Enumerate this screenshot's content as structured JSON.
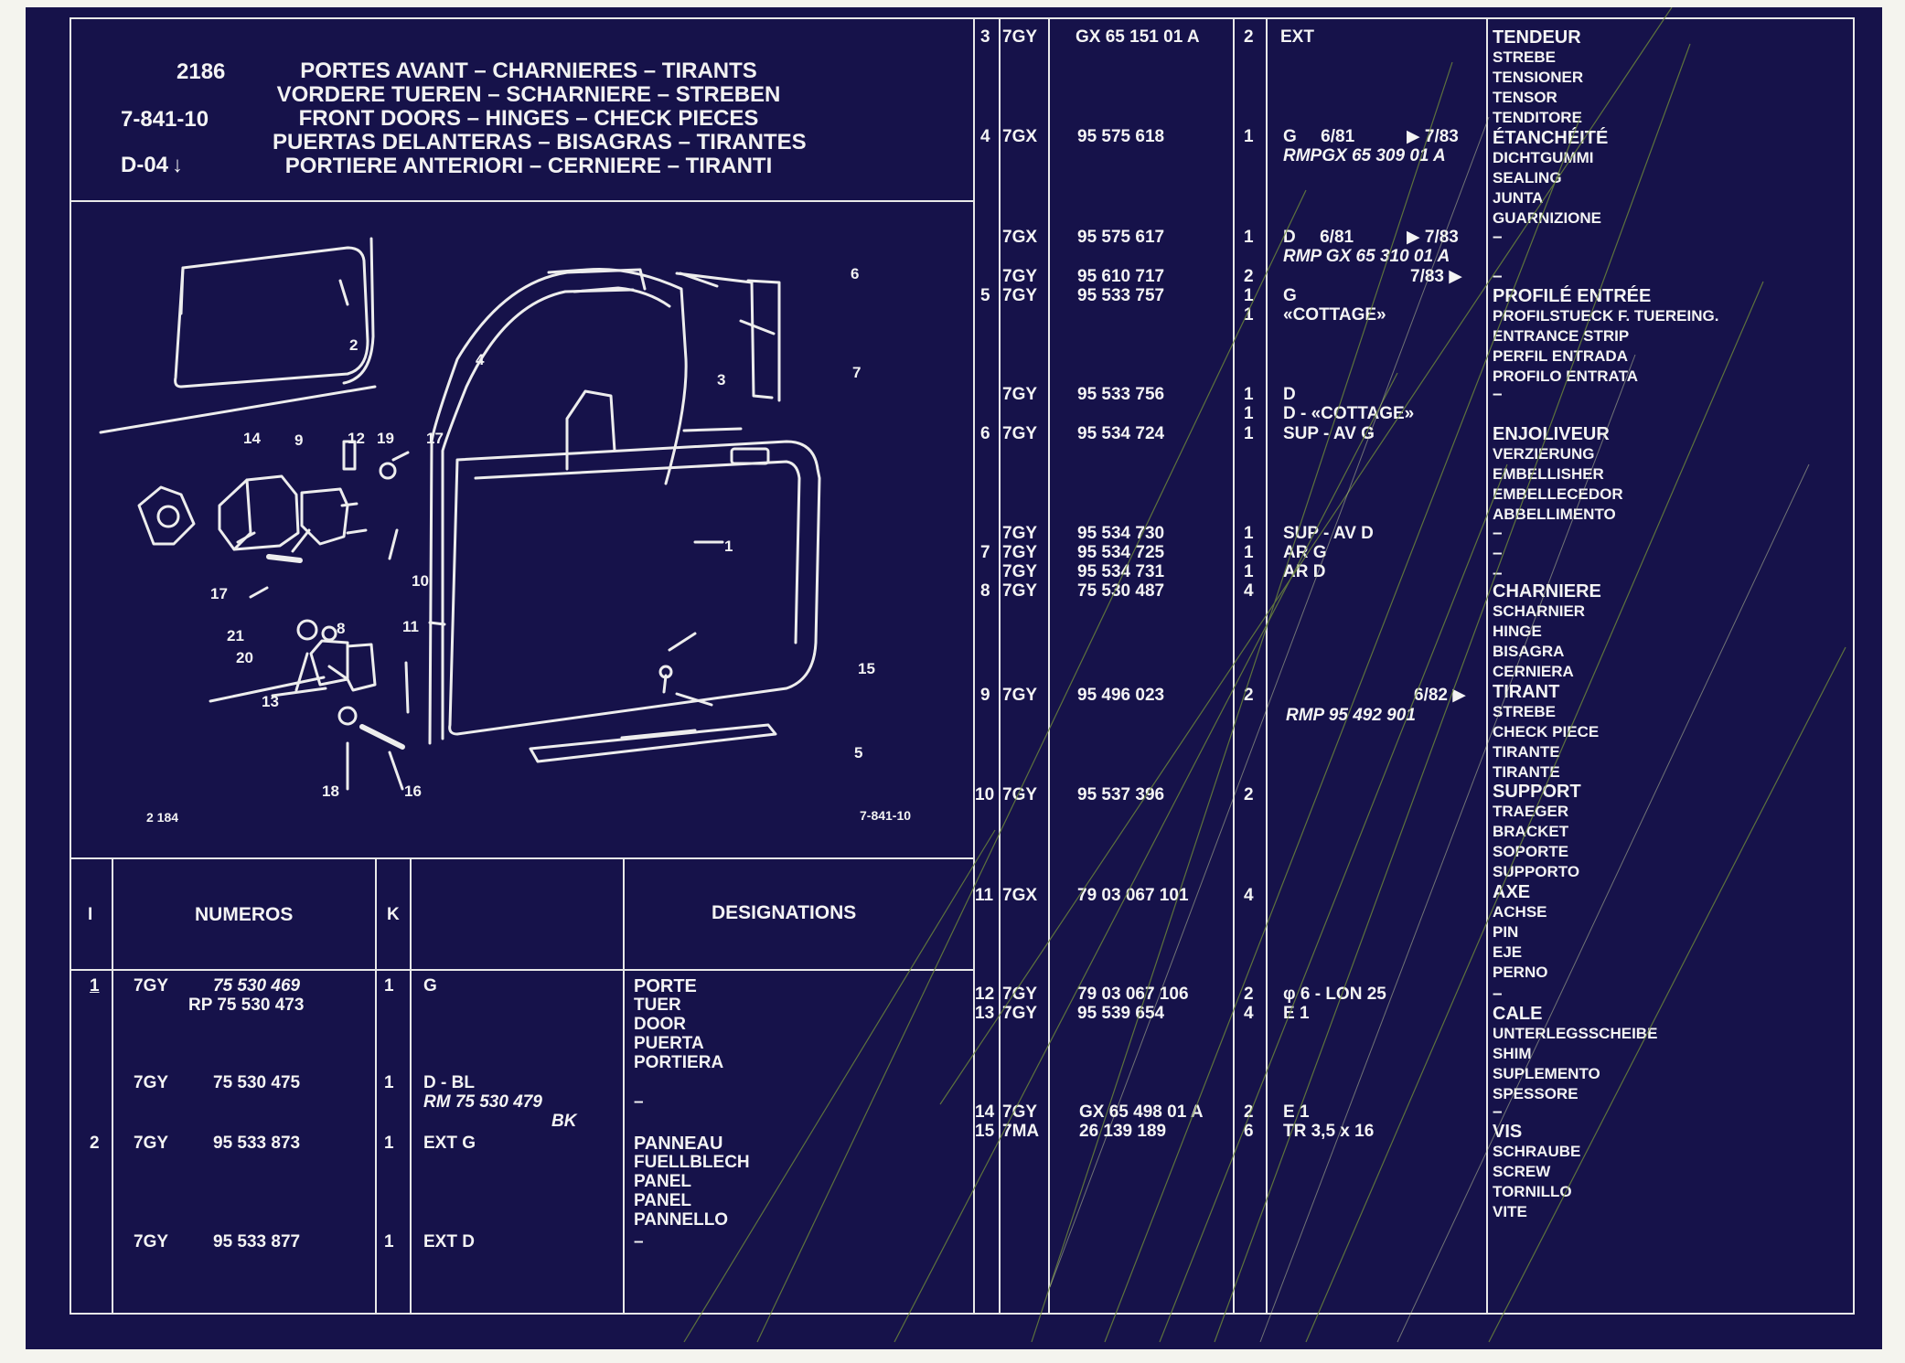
{
  "header": {
    "page_no": "2186",
    "ref": "7-841-10",
    "sub": "D-04",
    "sub_arrow": "↓",
    "titles": [
      "PORTES AVANT – CHARNIERES – TIRANTS",
      "VORDERE TUEREN – SCHARNIERE – STREBEN",
      "FRONT DOORS – HINGES – CHECK PIECES",
      "PUERTAS DELANTERAS – BISAGRAS – TIRANTES",
      "PORTIERE ANTERIORI – CERNIERE – TIRANTI"
    ]
  },
  "diagram": {
    "code_left": "2 184",
    "code_right": "7-841-10",
    "callouts": [
      "1",
      "2",
      "3",
      "4",
      "5",
      "6",
      "7",
      "8",
      "9",
      "10",
      "11",
      "12",
      "13",
      "14",
      "15",
      "16",
      "17",
      "17",
      "18",
      "19",
      "20",
      "21"
    ]
  },
  "table_headers": {
    "item": "I",
    "numeros": "NUMEROS",
    "k": "K",
    "designations": "DESIGNATIONS"
  },
  "left_rows": [
    {
      "item": "1",
      "code": "7GY",
      "numbers": [
        "75 530 469",
        "RP 75 530 473"
      ],
      "k": "1",
      "remarks": [
        "G"
      ],
      "designations": [
        "PORTE",
        "TUER",
        "DOOR",
        "PUERTA",
        "PORTIERA"
      ]
    },
    {
      "item": "",
      "code": "7GY",
      "numbers": [
        "75 530 475"
      ],
      "k": "1",
      "remarks": [
        "D - BL",
        "RM 75 530 479",
        "BK"
      ],
      "designations": [
        "–"
      ]
    },
    {
      "item": "2",
      "code": "7GY",
      "numbers": [
        "95 533 873"
      ],
      "k": "1",
      "remarks": [
        "EXT G"
      ],
      "designations": [
        "PANNEAU",
        "FUELLBLECH",
        "PANEL",
        "PANEL",
        "PANNELLO"
      ]
    },
    {
      "item": "",
      "code": "7GY",
      "numbers": [
        "95 533 877"
      ],
      "k": "1",
      "remarks": [
        "EXT D"
      ],
      "designations": [
        "–"
      ]
    }
  ],
  "right_rows": [
    {
      "item": "3",
      "code": "7GY",
      "number": "GX 65 151 01 A",
      "k": "2",
      "remark": "EXT",
      "date": ""
    },
    {
      "item": "4",
      "code": "7GX",
      "number": "95 575 618",
      "k": "1",
      "remark": "G     6/81",
      "date": "7/83",
      "sub": "RMPGX 65 309 01 A"
    },
    {
      "item": "",
      "code": "7GX",
      "number": "95 575 617",
      "k": "1",
      "remark": "D     6/81",
      "date": "7/83",
      "sub": "RMP GX 65 310 01 A"
    },
    {
      "item": "",
      "code": "7GY",
      "number": "95 610 717",
      "k": "2",
      "remark": "",
      "date": "7/83"
    },
    {
      "item": "5",
      "code": "7GY",
      "number": "95 533 757",
      "k": "1",
      "remark": "G",
      "date": ""
    },
    {
      "item": "",
      "code": "",
      "number": "",
      "k": "1",
      "remark": "«COTTAGE»",
      "date": ""
    },
    {
      "item": "",
      "code": "7GY",
      "number": "95 533 756",
      "k": "1",
      "remark": "D",
      "date": ""
    },
    {
      "item": "",
      "code": "",
      "number": "",
      "k": "1",
      "remark": "D - «COTTAGE»",
      "date": ""
    },
    {
      "item": "6",
      "code": "7GY",
      "number": "95 534 724",
      "k": "1",
      "remark": "SUP - AV G",
      "date": ""
    },
    {
      "item": "",
      "code": "7GY",
      "number": "95 534 730",
      "k": "1",
      "remark": "SUP - AV D",
      "date": ""
    },
    {
      "item": "7",
      "code": "7GY",
      "number": "95 534 725",
      "k": "1",
      "remark": "AR G",
      "date": ""
    },
    {
      "item": "",
      "code": "7GY",
      "number": "95 534 731",
      "k": "1",
      "remark": "AR D",
      "date": ""
    },
    {
      "item": "8",
      "code": "7GY",
      "number": "75 530 487",
      "k": "4",
      "remark": "",
      "date": ""
    },
    {
      "item": "9",
      "code": "7GY",
      "number": "95 496 023",
      "k": "2",
      "remark": "",
      "date": "6/82",
      "sub": "RMP 95 492 901"
    },
    {
      "item": "10",
      "code": "7GY",
      "number": "95 537 396",
      "k": "2",
      "remark": "",
      "date": ""
    },
    {
      "item": "11",
      "code": "7GX",
      "number": "79 03 067 101",
      "k": "4",
      "remark": "",
      "date": ""
    },
    {
      "item": "12",
      "code": "7GY",
      "number": "79 03 067 106",
      "k": "2",
      "remark": "φ 6 - LON 25",
      "date": ""
    },
    {
      "item": "13",
      "code": "7GY",
      "number": "95 539 654",
      "k": "4",
      "remark": "E 1",
      "date": ""
    },
    {
      "item": "14",
      "code": "7GY",
      "number": "GX 65 498 01 A",
      "k": "2",
      "remark": "E 1",
      "date": ""
    },
    {
      "item": "15",
      "code": "7MA",
      "number": "26 139 189",
      "k": "6",
      "remark": "TR 3,5 x 16",
      "date": ""
    }
  ],
  "designation_groups": [
    {
      "lines": [
        "TENDEUR",
        "STREBE",
        "TENSIONER",
        "TENSOR",
        "TENDITORE"
      ]
    },
    {
      "lines": [
        "ÉTANCHÉITÉ",
        "DICHTGUMMI",
        "SEALING",
        "JUNTA",
        "GUARNIZIONE"
      ]
    },
    {
      "lines": [
        "–"
      ]
    },
    {
      "lines": [
        "–"
      ]
    },
    {
      "lines": [
        "PROFILÉ ENTRÉE",
        "PROFILSTUECK F. TUEREING.",
        "ENTRANCE STRIP",
        "PERFIL ENTRADA",
        "PROFILO ENTRATA"
      ]
    },
    {
      "lines": [
        "–"
      ]
    },
    {
      "lines": [
        "ENJOLIVEUR",
        "VERZIERUNG",
        "EMBELLISHER",
        "EMBELLECEDOR",
        "ABBELLIMENTO"
      ]
    },
    {
      "lines": [
        "–",
        "–",
        "–"
      ]
    },
    {
      "lines": [
        "CHARNIERE",
        "SCHARNIER",
        "HINGE",
        "BISAGRA",
        "CERNIERA"
      ]
    },
    {
      "lines": [
        "TIRANT",
        "STREBE",
        "CHECK PIECE",
        "TIRANTE",
        "TIRANTE"
      ]
    },
    {
      "lines": [
        "SUPPORT",
        "TRAEGER",
        "BRACKET",
        "SOPORTE",
        "SUPPORTO"
      ]
    },
    {
      "lines": [
        "AXE",
        "ACHSE",
        "PIN",
        "EJE",
        "PERNO"
      ]
    },
    {
      "lines": [
        "–"
      ]
    },
    {
      "lines": [
        "CALE",
        "UNTERLEGSSCHEIBE",
        "SHIM",
        "SUPLEMENTO",
        "SPESSORE"
      ]
    },
    {
      "lines": [
        "–"
      ]
    },
    {
      "lines": [
        "VIS",
        "SCHRAUBE",
        "SCREW",
        "TORNILLO",
        "VITE"
      ]
    }
  ]
}
